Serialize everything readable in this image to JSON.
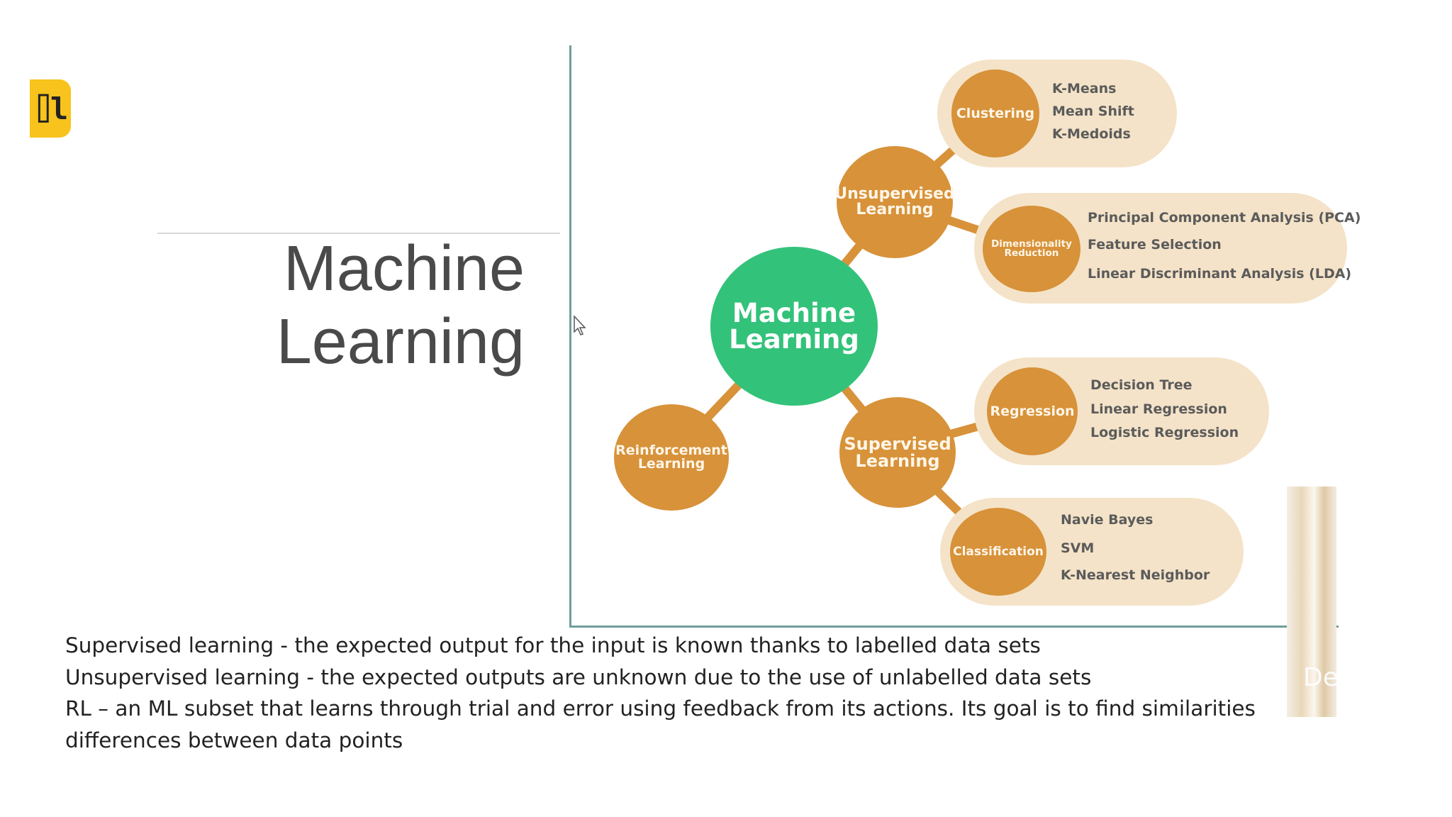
{
  "slide": {
    "title_line1": "Machine",
    "title_line2": "Learning"
  },
  "diagram": {
    "center": {
      "line1": "Machine",
      "line2": "Learning"
    },
    "unsupervised": {
      "line1": "Unsupervised",
      "line2": "Learning"
    },
    "supervised": {
      "line1": "Supervised",
      "line2": "Learning"
    },
    "reinforcement": {
      "line1": "Reinforcement",
      "line2": "Learning"
    },
    "clustering": {
      "label": "Clustering",
      "items": [
        "K-Means",
        "Mean Shift",
        "K-Medoids"
      ]
    },
    "dimensionality": {
      "line1": "Dimensionality",
      "line2": "Reduction",
      "items": [
        "Principal Component Analysis (PCA)",
        "Feature Selection",
        "Linear Discriminant Analysis (LDA)"
      ]
    },
    "regression": {
      "label": "Regression",
      "items": [
        "Decision Tree",
        "Linear Regression",
        "Logistic Regression"
      ]
    },
    "classification": {
      "label": "Classification",
      "items": [
        "Navie Bayes",
        "SVM",
        "K-Nearest Neighbor"
      ]
    },
    "colors": {
      "node": "#d7923a",
      "center": "#33c27a",
      "pill": "#f4e3c8",
      "connector": "#d7923a"
    }
  },
  "notes": {
    "line1": "Supervised learning  - the expected output for the input is known thanks to labelled data sets",
    "line2": "Unsupervised learning - the expected outputs are unknown due to the use of unlabelled data sets",
    "line3": "RL – an ML subset that learns through trial and error using feedback from its actions. Its goal is to find similarities",
    "line4": "differences between data points"
  },
  "webcam": {
    "label": "De"
  },
  "icons": {
    "logo": "app-logo-icon",
    "cursor": "mouse-cursor-icon"
  }
}
